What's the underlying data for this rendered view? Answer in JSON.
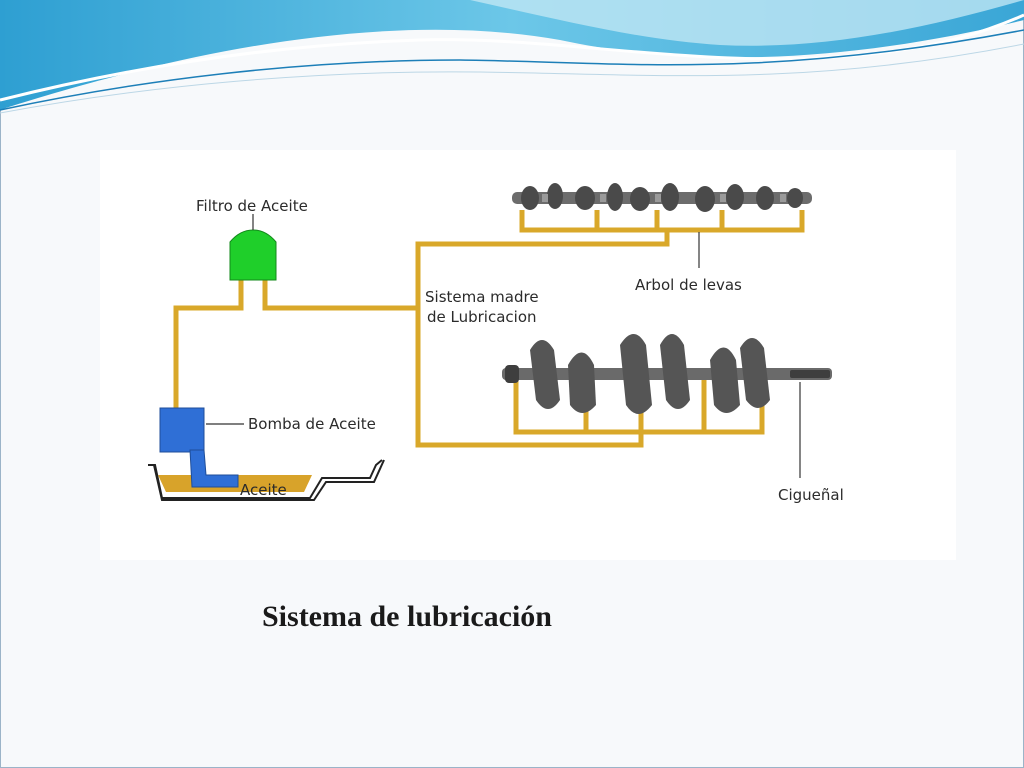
{
  "slide": {
    "title": "Sistema de lubricación"
  },
  "diagram": {
    "labels": {
      "oil_filter": "Filtro de Aceite",
      "main_system_line1": "Sistema madre",
      "main_system_line2": "de Lubricacion",
      "camshaft": "Arbol de levas",
      "oil_pump": "Bomba de Aceite",
      "oil": "Aceite",
      "crankshaft": "Cigueñal"
    },
    "colors": {
      "oil_line": "#d9a82a",
      "filter": "#1fcf2a",
      "pump": "#2f6fd6",
      "oil_fill": "#d8a32a",
      "shaft": "#5a5a5a",
      "header_blue": "#3aa6d6"
    }
  }
}
